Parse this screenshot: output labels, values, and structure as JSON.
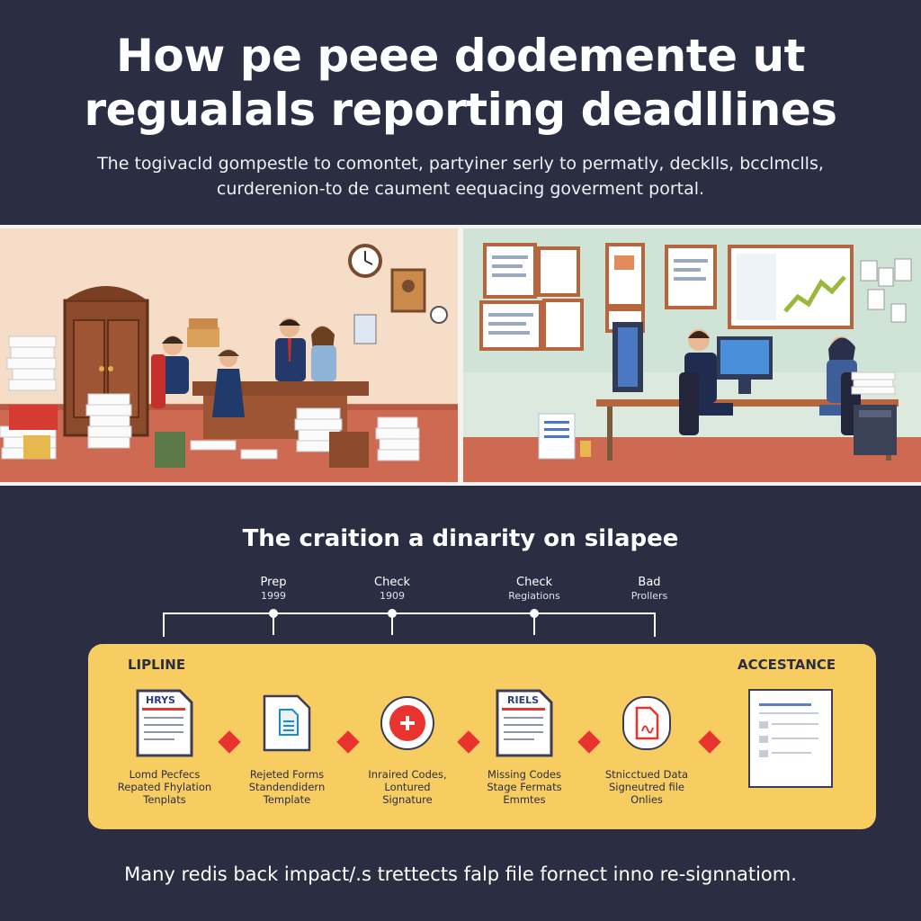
{
  "header": {
    "title_line1": "How pe peee dodemente ut",
    "title_line2": "regualals reporting deadllines",
    "subtitle_line1": "The togivacld gompestle to comontet, partyiner serly to permatly, decklls, bcclmclls,",
    "subtitle_line2": "curderenion-to de caument eequacing goverment portal."
  },
  "section": {
    "title": "The craition a dinarity on silapee"
  },
  "milestones": [
    {
      "label": "Prep",
      "sub": "1999"
    },
    {
      "label": "Check",
      "sub": "1909"
    },
    {
      "label": "Check",
      "sub": "Regiations"
    },
    {
      "label": "Bad",
      "sub": "Prollers"
    }
  ],
  "panel": {
    "left_label": "LIPLINE",
    "right_label": "ACCESTANCE",
    "steps": [
      {
        "icon": "document-icon",
        "doc_label": "HRYS",
        "caption": [
          "Lomd Pecfecs",
          "Repated Fhylation",
          "Tenplats"
        ]
      },
      {
        "icon": "form-document-icon",
        "caption": [
          "Rejeted Forms",
          "Standendidern",
          "Template"
        ]
      },
      {
        "icon": "signature-seal-icon",
        "caption": [
          "Inraired Codes,",
          "Lontured",
          "Signature"
        ]
      },
      {
        "icon": "document-icon",
        "doc_label": "RIELS",
        "caption": [
          "Missing Codes",
          "Stage Fermats",
          "Emmtes"
        ]
      },
      {
        "icon": "signed-file-icon",
        "caption": [
          "Stnicctued Data",
          "Signeutred file",
          "Onlies"
        ]
      }
    ]
  },
  "footer": {
    "text": "Many redis back impact/.s trettects falp file fornect inno re-signnatiom."
  },
  "colors": {
    "background": "#2b2d42",
    "panel": "#f7cd62",
    "accent_red": "#e8332f"
  }
}
